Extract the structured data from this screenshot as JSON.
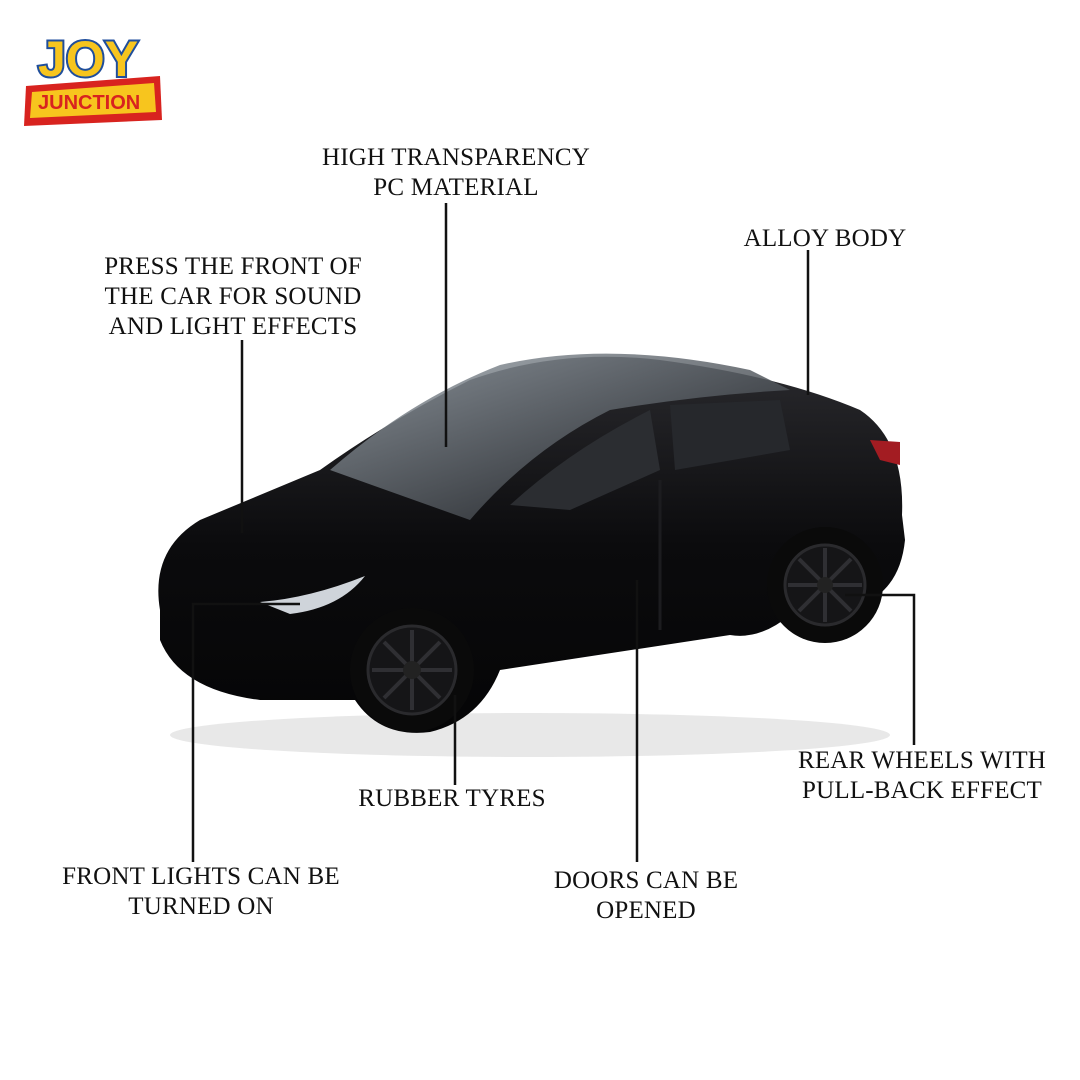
{
  "brand": {
    "logo_text_top": "JOY",
    "logo_text_bottom": "JUNCTION"
  },
  "callouts": {
    "material": {
      "line1": "HIGH TRANSPARENCY",
      "line2": "PC MATERIAL"
    },
    "alloy": {
      "line1": "ALLOY BODY"
    },
    "press": {
      "line1": "PRESS THE FRONT OF",
      "line2": "THE CAR FOR SOUND",
      "line3": "AND LIGHT EFFECTS"
    },
    "wheels": {
      "line1": "REAR WHEELS WITH",
      "line2": "PULL-BACK EFFECT"
    },
    "tyres": {
      "line1": "RUBBER TYRES"
    },
    "lights": {
      "line1": "FRONT LIGHTS CAN BE",
      "line2": "TURNED ON"
    },
    "doors": {
      "line1": "DOORS CAN BE",
      "line2": "OPENED"
    }
  },
  "colors": {
    "logo_yellow": "#f7c51e",
    "logo_red": "#d8231f",
    "logo_blue": "#1f4e9c",
    "car_body": "#0b0b0d",
    "text": "#111111"
  }
}
